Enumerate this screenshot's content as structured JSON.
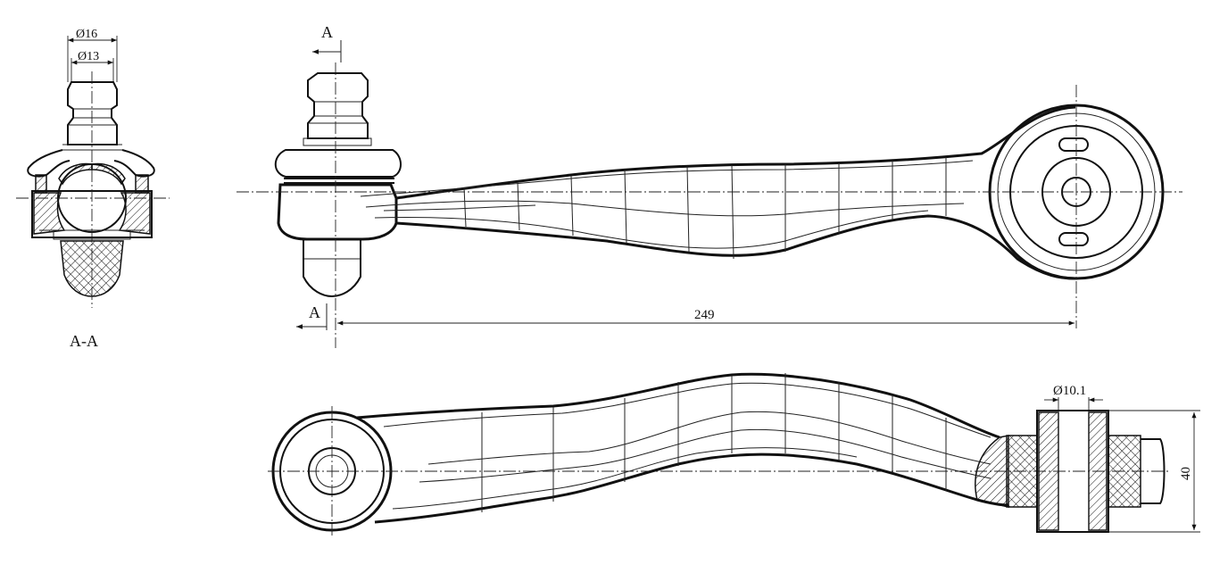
{
  "section_view": {
    "label": "A-A",
    "dim_outer": "Ø16",
    "dim_inner": "Ø13"
  },
  "top_view": {
    "section_marker_top": "A",
    "section_marker_bottom": "A",
    "dim_length": "249"
  },
  "side_view": {
    "dim_bore": "Ø10.1",
    "dim_width": "40"
  }
}
